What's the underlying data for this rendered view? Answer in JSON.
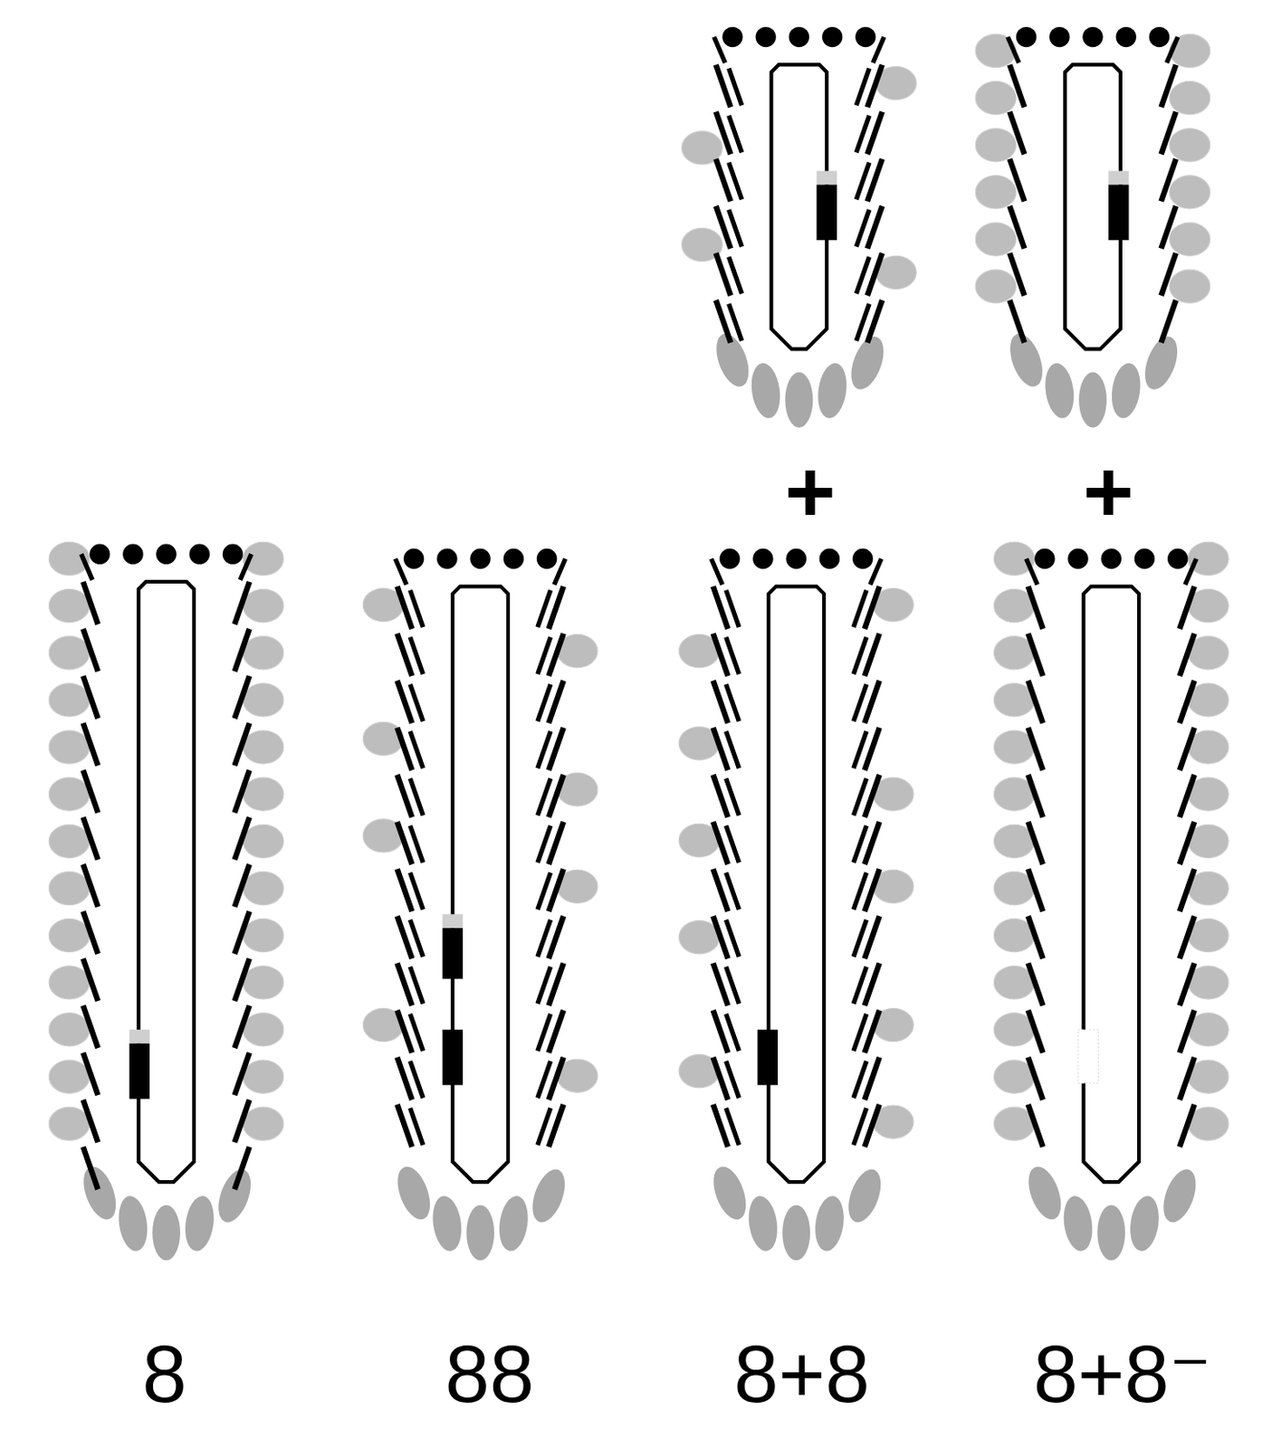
{
  "diagram": {
    "labels": [
      "+",
      "+",
      "8",
      "88",
      "8+8",
      "8+8⁻"
    ]
  }
}
